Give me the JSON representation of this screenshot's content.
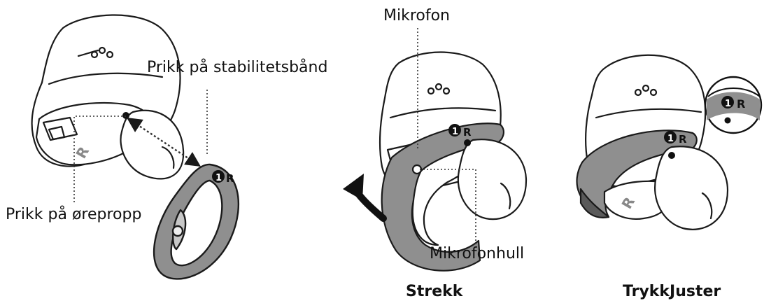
{
  "labels": {
    "stability_band_dot": "Prikk på stabilitetsbånd",
    "eartip_dot": "Prikk på ørepropp",
    "microphone": "Mikrofon",
    "microphone_hole": "Mikrofonhull"
  },
  "captions": {
    "step2": "Strekk",
    "step3": "TrykkJuster"
  },
  "markings": {
    "band_id": "1",
    "side": "R"
  },
  "colors": {
    "outline": "#1a1a1a",
    "band_fill": "#8f8f8f",
    "band_dark": "#5a5a5a",
    "earbud_fill": "#ffffff"
  },
  "icons": [
    "arrow-curved-icon",
    "double-arrow-icon"
  ]
}
